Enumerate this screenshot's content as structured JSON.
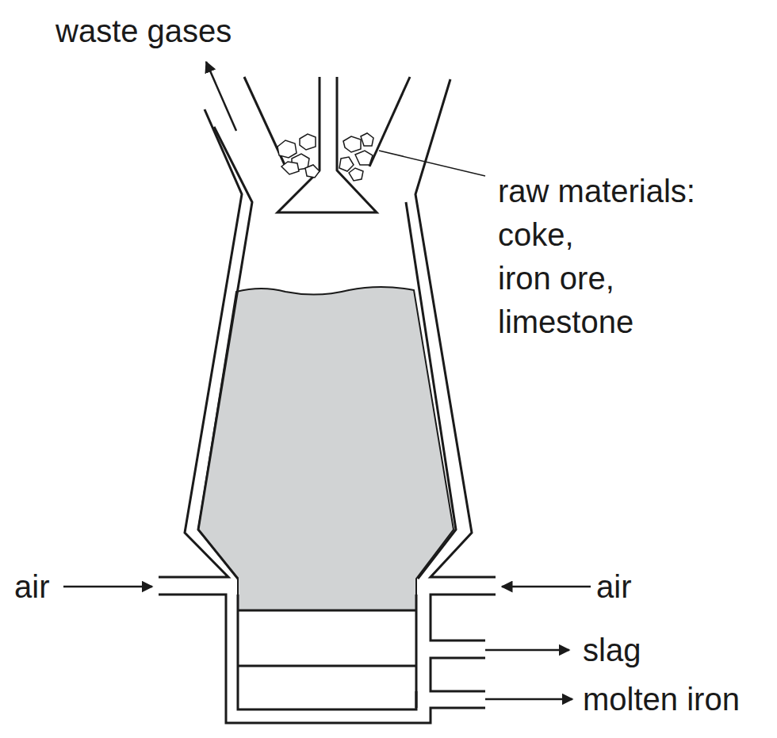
{
  "diagram": {
    "labels": [
      "waste gases",
      "raw materials:",
      "coke,",
      "iron ore,",
      "limestone",
      "air",
      "air",
      "slag",
      "molten iron"
    ]
  }
}
